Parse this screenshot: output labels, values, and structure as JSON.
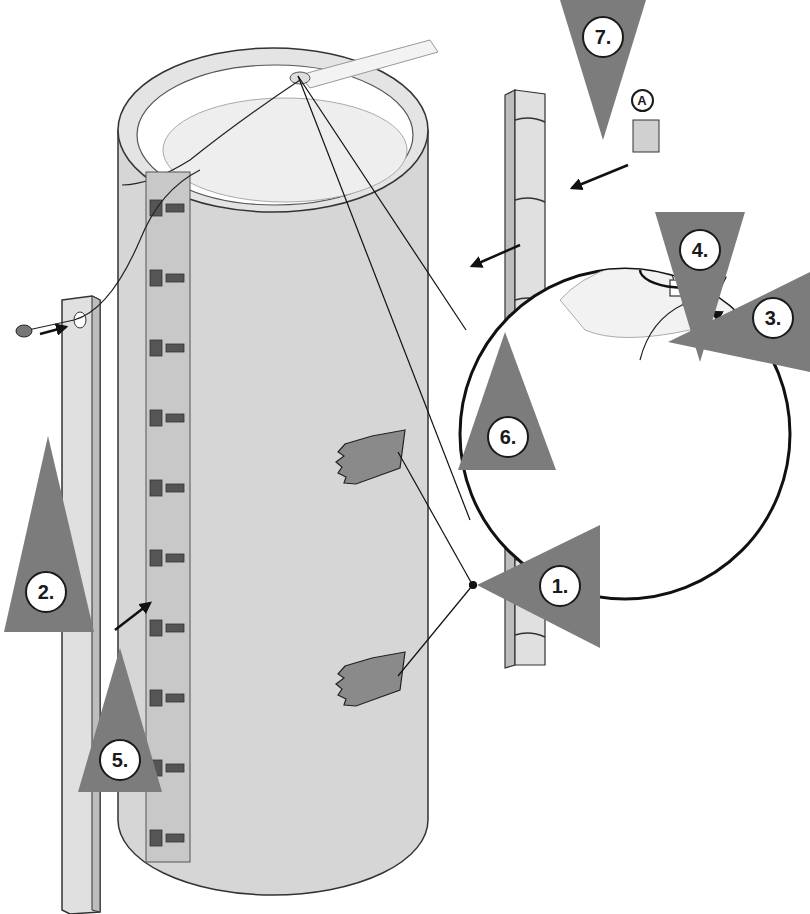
{
  "diagram": {
    "labels": [
      "7.",
      "A",
      "4.",
      "6.",
      "3.",
      "2.",
      "1.",
      "5."
    ]
  }
}
